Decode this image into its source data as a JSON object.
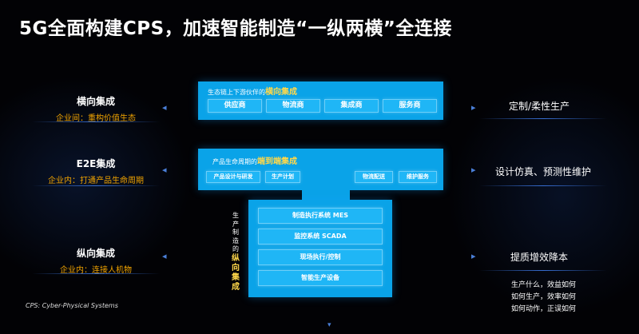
{
  "title": "5G全面构建CPS，加速智能制造“一纵两横”全连接",
  "left": [
    {
      "heading": "横向集成",
      "sub": "企业间：重构价值生态"
    },
    {
      "heading": "E2E集成",
      "sub": "企业内：打通产品生命周期"
    },
    {
      "heading": "纵向集成",
      "sub": "企业内：连接人机物"
    }
  ],
  "right": {
    "item1": "定制/柔性生产",
    "item2": "设计仿真、预测性维护",
    "item3": "提质增效降本",
    "notes": [
      "生产什么，效益如何",
      "如何生产，效率如何",
      "如何动作，正误如何"
    ]
  },
  "footnote": "CPS: Cyber-Physical Systems",
  "top_panel": {
    "caption_prefix": "生态链上下游伙伴的",
    "caption_highlight": "横向集成",
    "boxes": [
      "供应商",
      "物流商",
      "集成商",
      "服务商"
    ]
  },
  "mid_panel": {
    "caption_prefix": "产品生命周期的",
    "caption_highlight": "端到端集成",
    "boxes": [
      "产品设计与研发",
      "生产计划",
      "物流配送",
      "维护服务"
    ]
  },
  "bottom_panel": {
    "vertical_prefix": [
      "生",
      "产",
      "制",
      "造",
      "的"
    ],
    "vertical_highlight": [
      "纵",
      "向",
      "集",
      "成"
    ],
    "boxes": [
      "制造执行系统 MES",
      "监控系统 SCADA",
      "现场执行/控制",
      "智能生产设备"
    ]
  },
  "colors": {
    "background": "#020205",
    "panel": "#0aa3e8",
    "box": "#1fb6f6",
    "highlight_yellow": "#ffd84a",
    "sub_orange": "#f0a300"
  }
}
